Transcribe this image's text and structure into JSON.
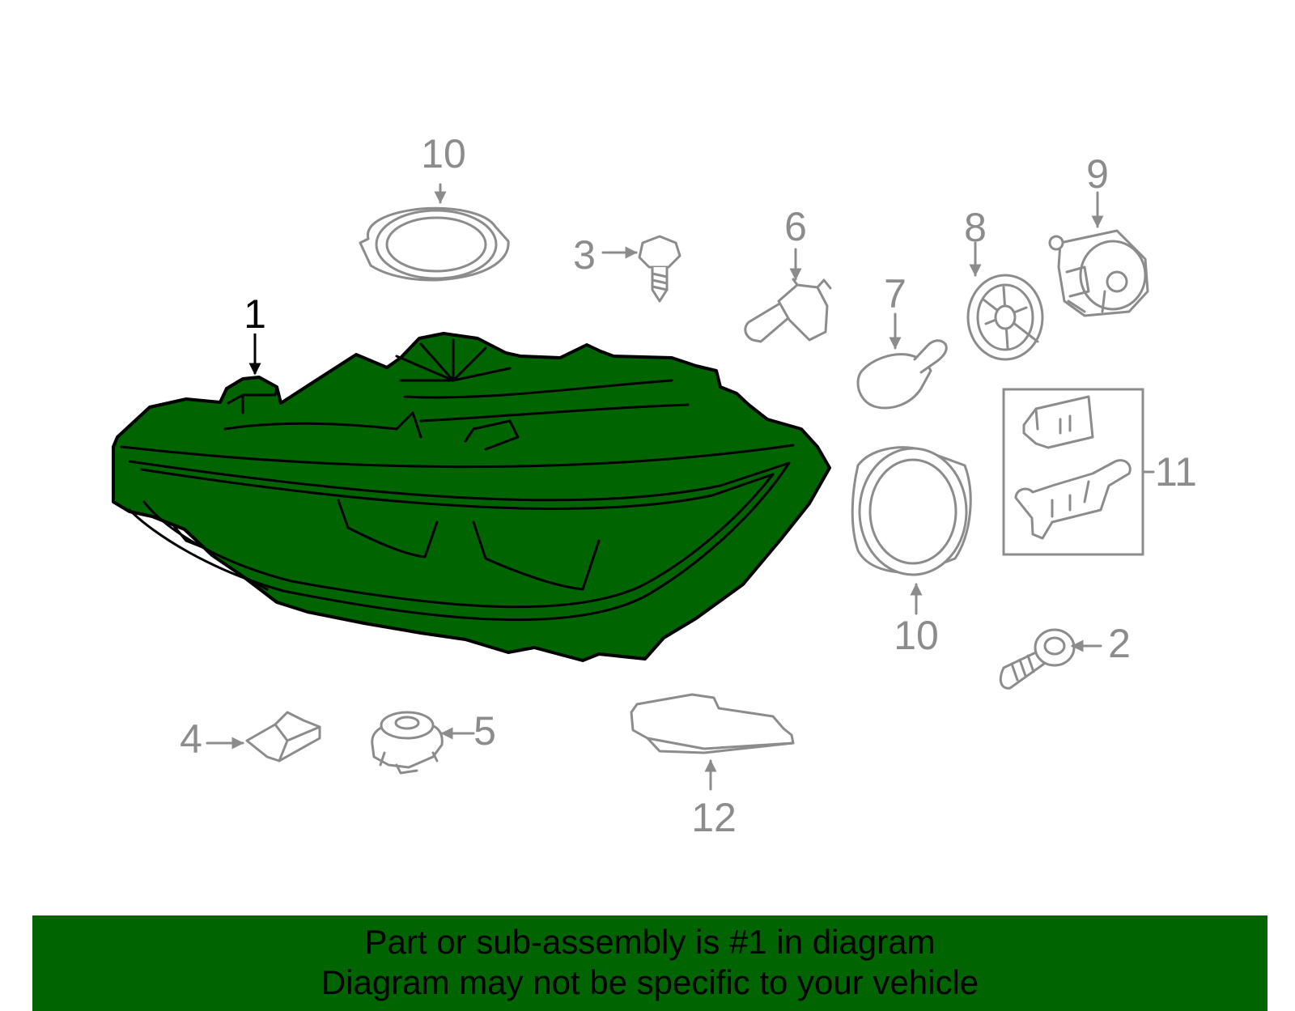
{
  "colors": {
    "highlight": "#006400",
    "highlight_text": "#000000",
    "part_outline": "#8c8c8c",
    "background": "#ffffff"
  },
  "callouts": {
    "c1": "1",
    "c2": "2",
    "c3": "3",
    "c4": "4",
    "c5": "5",
    "c6": "6",
    "c7": "7",
    "c8": "8",
    "c9": "9",
    "c10_top": "10",
    "c10_bottom": "10",
    "c11": "11",
    "c12": "12"
  },
  "banner": {
    "line1": "Part or sub-assembly is #1 in diagram",
    "line2": "Diagram may not be specific to your vehicle"
  }
}
